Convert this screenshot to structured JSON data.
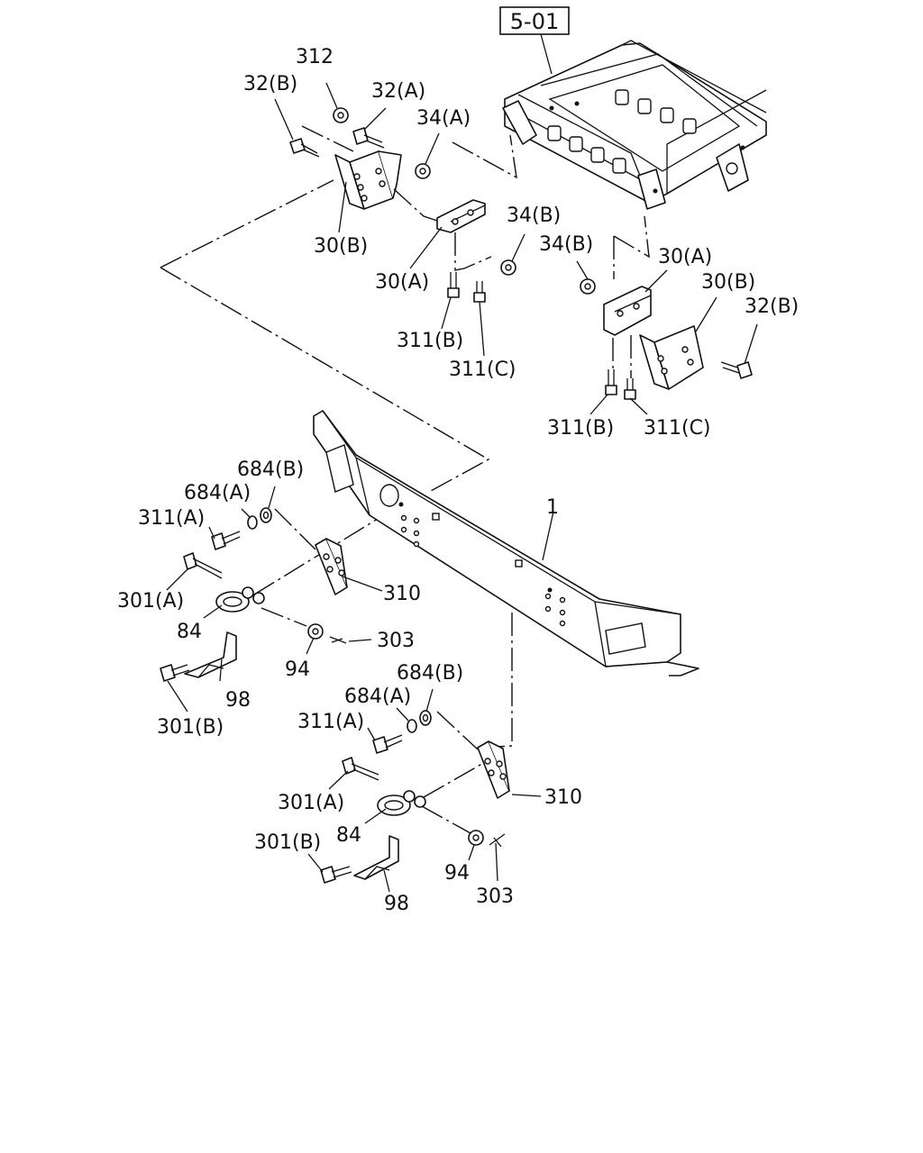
{
  "reference_box": "5-01",
  "labels": {
    "p312": "312",
    "p32b_top": "32(B)",
    "p32a": "32(A)",
    "p34a": "34(A)",
    "p30b_left": "30(B)",
    "p30a_left": "30(A)",
    "p34b_left": "34(B)",
    "p311b_left": "311(B)",
    "p311c_left": "311(C)",
    "p34b_right": "34(B)",
    "p30a_right": "30(A)",
    "p30b_right": "30(B)",
    "p32b_right": "32(B)",
    "p311b_right": "311(B)",
    "p311c_right": "311(C)",
    "p684b_1": "684(B)",
    "p684a_1": "684(A)",
    "p311a_1": "311(A)",
    "p301a_1": "301(A)",
    "p84_1": "84",
    "p310_1": "310",
    "p94_1": "94",
    "p303_1": "303",
    "p98_1": "98",
    "p301b_1": "301(B)",
    "p1": "1",
    "p684b_2": "684(B)",
    "p684a_2": "684(A)",
    "p311a_2": "311(A)",
    "p301a_2": "301(A)",
    "p84_2": "84",
    "p310_2": "310",
    "p301b_2": "301(B)",
    "p94_2": "94",
    "p303_2": "303",
    "p98_2": "98"
  }
}
